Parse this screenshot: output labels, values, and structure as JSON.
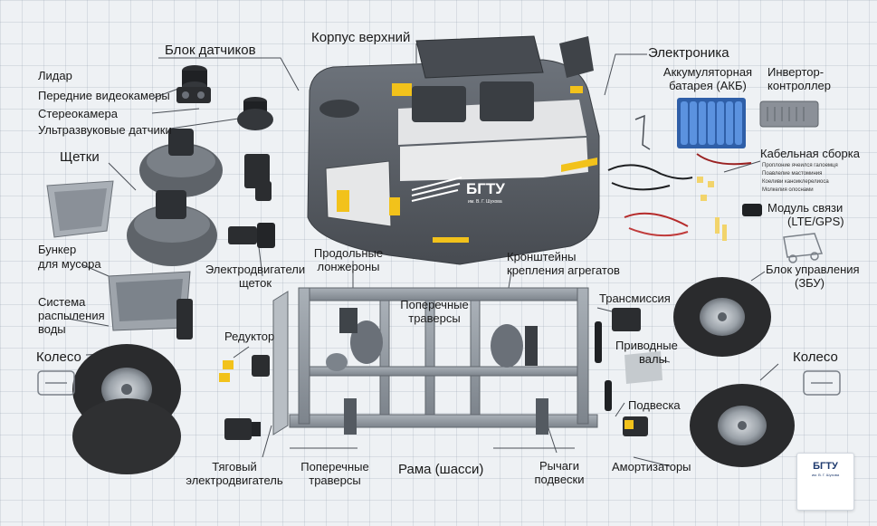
{
  "labels": {
    "sensors_block": "Блок датчиков",
    "lidar": "Лидар",
    "front_cameras": "Передние видеокамеры",
    "stereo_camera": "Стереокамера",
    "ultrasonic": "Ультразвуковые датчики",
    "brushes": "Щетки",
    "bunker_line1": "Бункер",
    "bunker_line2": "для мусора",
    "water_line1": "Система",
    "water_line2": "распыления",
    "water_line3": "воды",
    "wheel_left": "Колесо",
    "brush_motors_line1": "Электродвигатели",
    "brush_motors_line2": "щеток",
    "reducer": "Редуктор",
    "traction_line1": "Тяговый",
    "traction_line2": "электродвигатель",
    "upper_body": "Корпус верхний",
    "longerons_line1": "Продольные",
    "longerons_line2": "лонжероны",
    "brackets_line1": "Кронштейны",
    "brackets_line2": "крепления агрегатов",
    "traverses_mid_line1": "Поперечные",
    "traverses_mid_line2": "траверсы",
    "traverses_bot_line1": "Поперечные",
    "traverses_bot_line2": "траверсы",
    "frame": "Рама (шасси)",
    "levers_line1": "Рычаги",
    "levers_line2": "подвески",
    "electronics": "Электроника",
    "battery_line1": "Аккумуляторная",
    "battery_line2": "батарея (АКБ)",
    "inverter_line1": "Инвертор-",
    "inverter_line2": "контроллер",
    "cable_assembly": "Кабельная сборка",
    "cable_1": "Проплоние ячеился галоемця",
    "cable_2": "Поавлелие мастоминия",
    "cable_3": "Коеливи каноиклерелиоса",
    "cable_4": "Молкелия олоснами",
    "comm_line1": "Модуль связи",
    "comm_line2": "(LTE/GPS)",
    "control_line1": "Блок управления",
    "control_line2": "(ЗБУ)",
    "transmission": "Трансмиссия",
    "drive_shafts_line1": "Приводные",
    "drive_shafts_line2": "валы",
    "wheel_right": "Колесо",
    "suspension": "Подвеска",
    "shock_absorbers": "Амортизаторы"
  },
  "body_brand": {
    "name": "БГТУ",
    "sub": "им. В. Г. Шухова"
  },
  "logo": {
    "name": "БГТУ",
    "sub": "им. В. Г. Шухова"
  },
  "colors": {
    "body_dark": "#5c6168",
    "body_light": "#e8e9ea",
    "accent_yellow": "#f2c21b",
    "frame_gray": "#8d949c",
    "tire": "#2a2b2d",
    "battery_blue": "#3d74c4",
    "logo_blue": "#1e3a6e"
  }
}
